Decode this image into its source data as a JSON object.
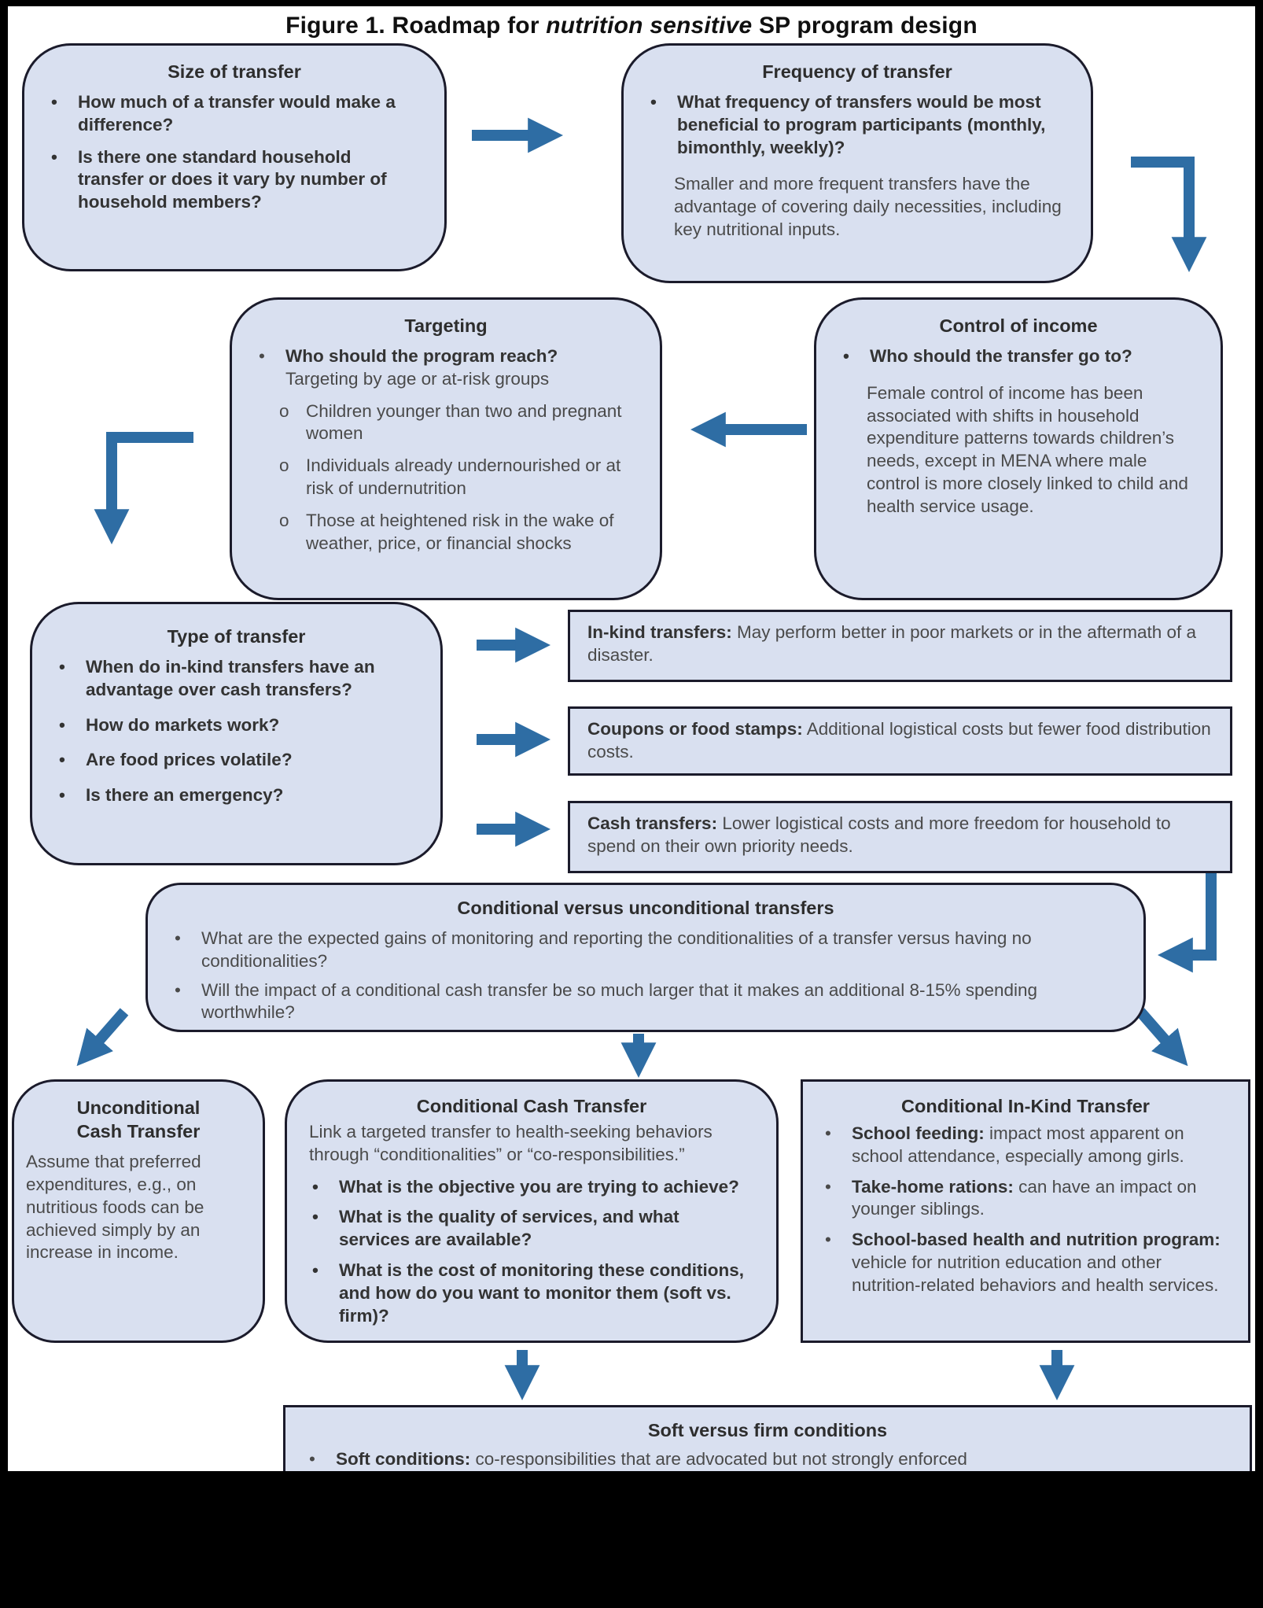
{
  "figure": {
    "title_prefix": "Figure 1. Roadmap for ",
    "title_italic": "nutrition sensitive",
    "title_suffix": " SP program design"
  },
  "colors": {
    "background": "#000000",
    "paper": "#ffffff",
    "box_fill": "#d9e0f0",
    "box_border": "#1b1b2b",
    "arrow": "#2e6da4"
  },
  "boxes": {
    "size_of_transfer": {
      "heading": "Size of transfer",
      "bullets": [
        "How much of a transfer would make a difference?",
        "Is there one standard household transfer or does it vary by number of household members?"
      ]
    },
    "frequency_of_transfer": {
      "heading": "Frequency of transfer",
      "bullets": [
        "What frequency of transfers would be most beneficial to program participants (monthly, bimonthly, weekly)?"
      ],
      "note": "Smaller and more frequent transfers have the advantage of covering daily necessities, including key nutritional inputs."
    },
    "control_of_income": {
      "heading": "Control of income",
      "bullets": [
        "Who should the transfer go to?"
      ],
      "note": "Female control of income has been associated with shifts in household expenditure patterns towards children’s needs, except in MENA where male control is more closely linked to child and health service usage."
    },
    "targeting": {
      "heading": "Targeting",
      "bullet_bold": "Who should the program reach?",
      "bullet_rest": "Targeting by age or at-risk groups",
      "sub_bullets": [
        "Children younger than two and pregnant women",
        "Individuals already undernourished or at risk of undernutrition",
        "Those at heightened risk in the wake of weather, price, or financial shocks"
      ]
    },
    "type_of_transfer": {
      "heading": "Type of transfer",
      "bullets": [
        "When do in-kind transfers have an advantage over cash transfers?",
        "How do markets work?",
        "Are food prices volatile?",
        "Is there an emergency?"
      ]
    },
    "in_kind": {
      "bold": "In-kind transfers:",
      "rest": " May perform better in poor markets or in the aftermath of a disaster."
    },
    "coupons": {
      "bold": "Coupons or food stamps:",
      "rest": " Additional logistical costs but fewer food distribution costs."
    },
    "cash": {
      "bold": "Cash transfers:",
      "rest": " Lower logistical costs and more freedom for household to spend on their own priority needs."
    },
    "conditional_vs_unconditional": {
      "heading": "Conditional versus unconditional transfers",
      "bullets": [
        "What are the expected gains of monitoring and reporting the conditionalities of a transfer versus having no conditionalities?",
        "Will the impact of a conditional cash transfer be so much larger that it makes an additional 8-15% spending worthwhile?"
      ]
    },
    "unconditional_cash": {
      "heading": "Unconditional Cash Transfer",
      "note": "Assume that preferred expenditures, e.g., on nutritious foods can be achieved simply by an increase in income."
    },
    "conditional_cash": {
      "heading": "Conditional Cash Transfer",
      "intro": "Link a targeted transfer to health-seeking behaviors through “conditionalities” or “co-responsibilities.”",
      "bullets": [
        "What is the objective you are trying to achieve?",
        "What is the quality of services, and what services are available?",
        "What is the cost of monitoring these conditions, and how do you want to monitor them (soft vs. firm)?"
      ]
    },
    "conditional_in_kind": {
      "heading": "Conditional In-Kind Transfer",
      "bullets": [
        {
          "bold": "School feeding:",
          "rest": " impact most apparent on school attendance, especially among girls."
        },
        {
          "bold": "Take-home rations:",
          "rest": " can have an impact on younger siblings."
        },
        {
          "bold": "School-based health and nutrition program:",
          "rest": " vehicle for nutrition education and other nutrition-related behaviors and health services."
        }
      ]
    },
    "soft_vs_firm": {
      "heading": "Soft versus firm conditions",
      "bullets": [
        {
          "bold": "Soft conditions:",
          "rest": " co-responsibilities that are advocated but not strongly enforced"
        }
      ]
    }
  }
}
